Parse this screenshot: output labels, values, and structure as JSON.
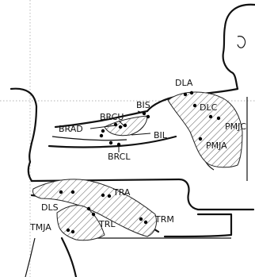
{
  "labels": {
    "dla": "DLA",
    "bis": "BIS",
    "dlc": "DLC",
    "brcu": "BRCU",
    "pmjc": "PMJC",
    "brad": "BRAD",
    "bil": "BIL",
    "pmja": "PMJA",
    "brcl": "BRCL",
    "tra": "TRA",
    "dls": "DLS",
    "trm": "TRM",
    "tmja": "TMJA",
    "trl": "TRL"
  }
}
